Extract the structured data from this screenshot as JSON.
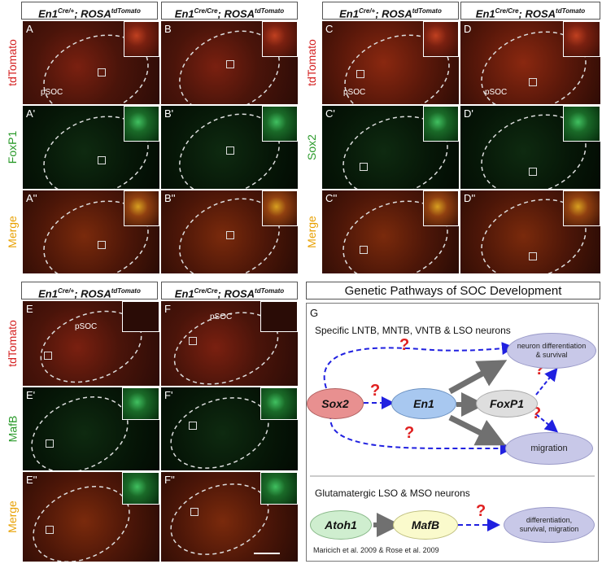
{
  "headers": {
    "h1": {
      "gene": "En1",
      "sup": "Cre/+",
      "sep": "; ROSA",
      "sup2": "tdTomato"
    },
    "h2": {
      "gene": "En1",
      "sup": "Cre/Cre",
      "sep": "; ROSA",
      "sup2": "tdTomato"
    },
    "h3": {
      "gene": "En1",
      "sup": "Cre/+",
      "sep": "; ROSA",
      "sup2": "tdTomato"
    },
    "h4": {
      "gene": "En1",
      "sup": "Cre/Cre",
      "sep": "; ROSA",
      "sup2": "tdTomato"
    },
    "h5": {
      "gene": "En1",
      "sup": "Cre/+",
      "sep": "; ROSA",
      "sup2": "tdTomato"
    },
    "h6": {
      "gene": "En1",
      "sup": "Cre/Cre",
      "sep": "; ROSA",
      "sup2": "tdTomato"
    },
    "pathways_title": "Genetic Pathways of SOC Development"
  },
  "row_labels": {
    "tdtomato": "tdTomato",
    "foxp1": "FoxP1",
    "sox2": "Sox2",
    "mafb": "MafB",
    "merge": "Merge"
  },
  "colors": {
    "tdtomato": "#d42020",
    "green": "#2a9a2a",
    "merge": "#e8a000",
    "sox2_node": "#e89090",
    "en1_node": "#a8c8f0",
    "foxp1_node": "#dedede",
    "outcome_node": "#c8c8e8",
    "atoh1_node": "#cfeecf",
    "mafb_node": "#fafacc",
    "arrow_blue": "#2020e0",
    "arrow_gray": "#707070",
    "question": "#e02020"
  },
  "panels": {
    "A": "A",
    "A1": "A'",
    "A2": "A''",
    "B": "B",
    "B1": "B'",
    "B2": "B''",
    "C": "C",
    "C1": "C'",
    "C2": "C''",
    "D": "D",
    "D1": "D'",
    "D2": "D''",
    "E": "E",
    "E1": "E'",
    "E2": "E''",
    "F": "F",
    "F1": "F'",
    "F2": "F''",
    "pSOC": "pSOC"
  },
  "diagram": {
    "label": "G",
    "section1_title": "Specific LNTB, MNTB, VNTB & LSO neurons",
    "sox2": "Sox2",
    "en1": "En1",
    "foxp1": "FoxP1",
    "neuron_diff_line1": "neuron differentiation",
    "neuron_diff_line2": "& survival",
    "migration": "migration",
    "section2_title": "Glutamatergic LSO & MSO neurons",
    "atoh1": "Atoh1",
    "mafb": "MafB",
    "outcome2_line1": "differentiation,",
    "outcome2_line2": "survival, migration",
    "citation": "Maricich et al. 2009 & Rose et al. 2009",
    "question": "?"
  }
}
